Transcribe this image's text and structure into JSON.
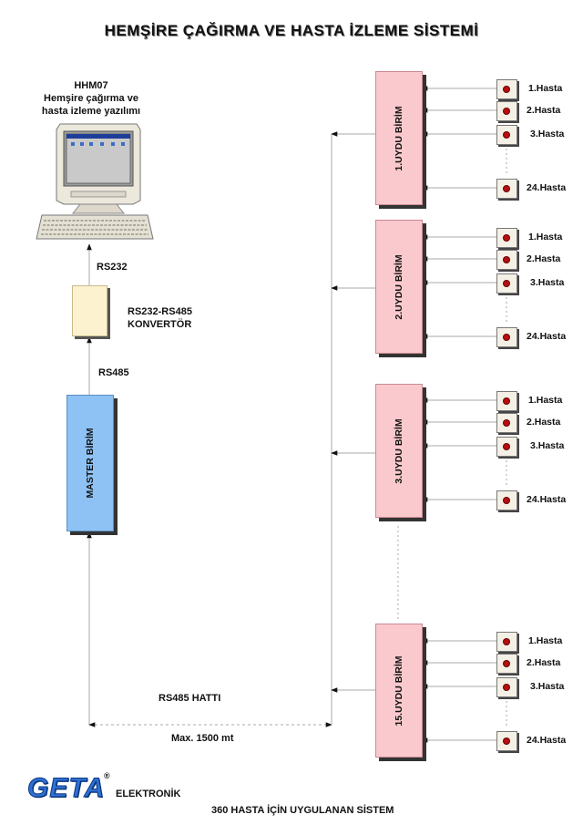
{
  "title": "HEMŞİRE ÇAĞIRMA VE HASTA İZLEME SİSTEMİ",
  "software": {
    "code": "HHM07",
    "line1": "Hemşire çağırma ve",
    "line2": "hasta izleme yazılımı"
  },
  "links": {
    "rs232": "RS232",
    "rs485": "RS485",
    "line_label": "RS485 HATTI",
    "distance": "Max. 1500 mt"
  },
  "converter": {
    "line1": "RS232-RS485",
    "line2": "KONVERTÖR"
  },
  "master": {
    "label": "MASTER BİRİM"
  },
  "units": [
    {
      "label": "1.UYDU BİRİM",
      "patients": [
        "1.Hasta",
        "2.Hasta",
        "3.Hasta",
        "24.Hasta"
      ]
    },
    {
      "label": "2.UYDU BİRİM",
      "patients": [
        "1.Hasta",
        "2.Hasta",
        "3.Hasta",
        "24.Hasta"
      ]
    },
    {
      "label": "3.UYDU BİRİM",
      "patients": [
        "1.Hasta",
        "2.Hasta",
        "3.Hasta",
        "24.Hasta"
      ]
    },
    {
      "label": "15.UYDU BİRİM",
      "patients": [
        "1.Hasta",
        "2.Hasta",
        "3.Hasta",
        "24.Hasta"
      ]
    }
  ],
  "brand": {
    "logo": "GETA",
    "registered": "®",
    "name": "ELEKTRONİK"
  },
  "footer": "360  HASTA İÇİN UYGULANAN SİSTEM",
  "colors": {
    "unit": "#f9c9cd",
    "master": "#8ec2f5",
    "converter": "#fdf2cf",
    "button_dot": "#b51010",
    "logo": "#2f6fd0"
  },
  "icons": [
    "computer-icon",
    "keyboard-icon",
    "call-button-icon",
    "arrow-icon"
  ]
}
